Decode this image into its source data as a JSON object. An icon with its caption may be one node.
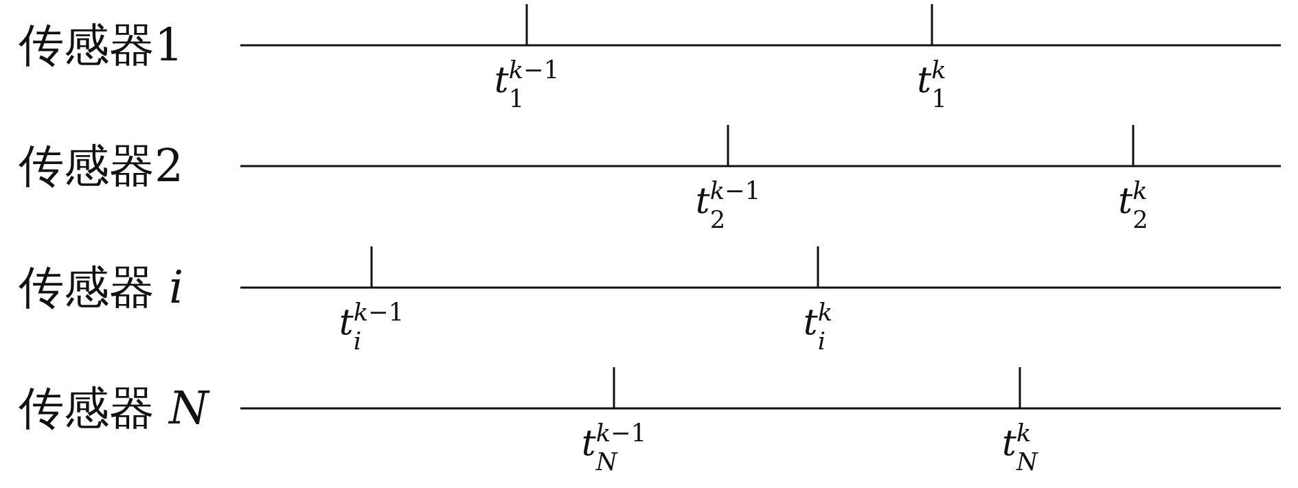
{
  "diagram": {
    "labels": [
      "传感器1",
      "*t*$_{1}$$^{k−1}$",
      "*t*$_{1}$$^{k}$",
      "传感器2",
      "*t*$_{2}$$^{k−1}$",
      "*t*$_{2}$$^{k}$",
      "传感器 *i*",
      "*t*$_{i}$$^{k−1}$",
      "*t*$_{i}$$^{k}$",
      "传感器 *N*",
      "*t*$_{N}$$^{k−1}$",
      "*t*$_{N}$$^{k}$"
    ]
  }
}
